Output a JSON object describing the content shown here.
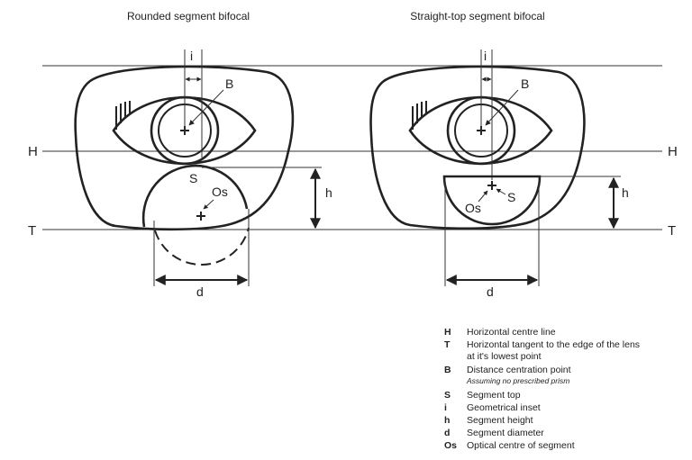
{
  "titles": {
    "left": "Rounded segment bifocal",
    "right": "Straight-top segment bifocal"
  },
  "labels": {
    "H": "H",
    "T": "T",
    "i": "i",
    "B": "B",
    "S": "S",
    "Os": "Os",
    "h": "h",
    "d": "d"
  },
  "legend": [
    {
      "key": "H",
      "text": "Horizontal centre line"
    },
    {
      "key": "T",
      "text": "Horizontal tangent to the edge of the lens",
      "text2": "at it's lowest point"
    },
    {
      "key": "B",
      "text": "Distance centration point",
      "note": "Assuming no prescribed prism"
    },
    {
      "key": "S",
      "text": "Segment top"
    },
    {
      "key": "i",
      "text": "Geometrical inset"
    },
    {
      "key": "h",
      "text": "Segment height"
    },
    {
      "key": "d",
      "text": "Segment diameter"
    },
    {
      "key": "Os",
      "text": "Optical centre of segment"
    }
  ]
}
